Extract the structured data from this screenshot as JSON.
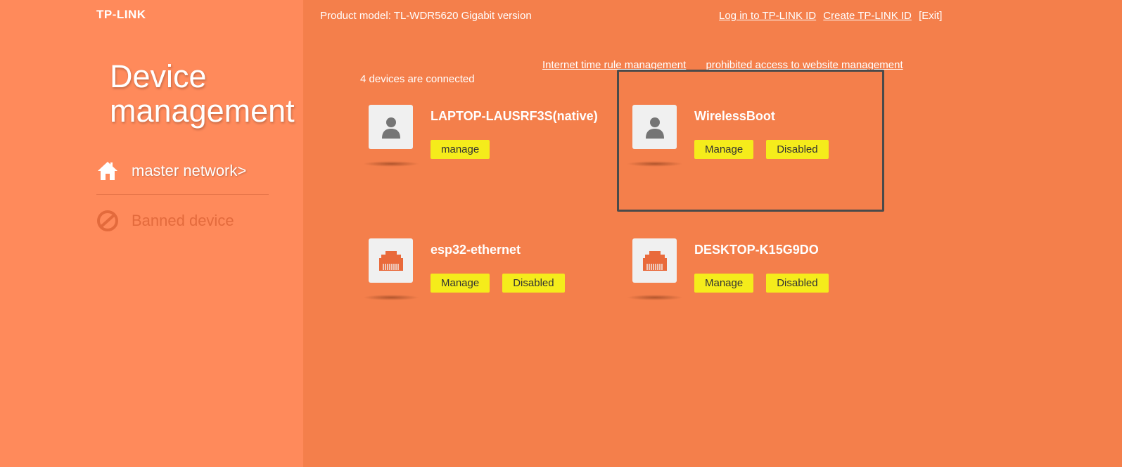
{
  "header": {
    "logo_text": "TP-LINK",
    "product_model": "Product model: TL-WDR5620 Gigabit version",
    "login_link": "Log in to TP-LINK ID",
    "create_link": "Create TP-LINK ID",
    "exit_link": "[Exit]"
  },
  "sidebar": {
    "title_line1": "Device",
    "title_line2": "management",
    "nav": [
      {
        "label": "master network>",
        "icon": "home-icon",
        "active": true
      },
      {
        "label": "Banned device",
        "icon": "ban-icon",
        "active": false
      }
    ]
  },
  "main": {
    "links": [
      "Internet time rule management",
      "prohibited access to website management"
    ],
    "device_count": "4 devices are connected",
    "devices": [
      {
        "name": "LAPTOP-LAUSRF3S(native)",
        "icon": "user-icon",
        "buttons": [
          "manage"
        ]
      },
      {
        "name": "WirelessBoot",
        "icon": "user-icon",
        "buttons": [
          "Manage",
          "Disabled"
        ]
      },
      {
        "name": "esp32-ethernet",
        "icon": "ethernet-icon",
        "buttons": [
          "Manage",
          "Disabled"
        ]
      },
      {
        "name": "DESKTOP-K15G9DO",
        "icon": "ethernet-icon",
        "buttons": [
          "Manage",
          "Disabled"
        ]
      }
    ]
  },
  "colors": {
    "background": "#f47f4b",
    "sidebar_background": "#ff8a5b",
    "button": "#f5ec1b",
    "highlight_border": "#4a4a4a"
  }
}
